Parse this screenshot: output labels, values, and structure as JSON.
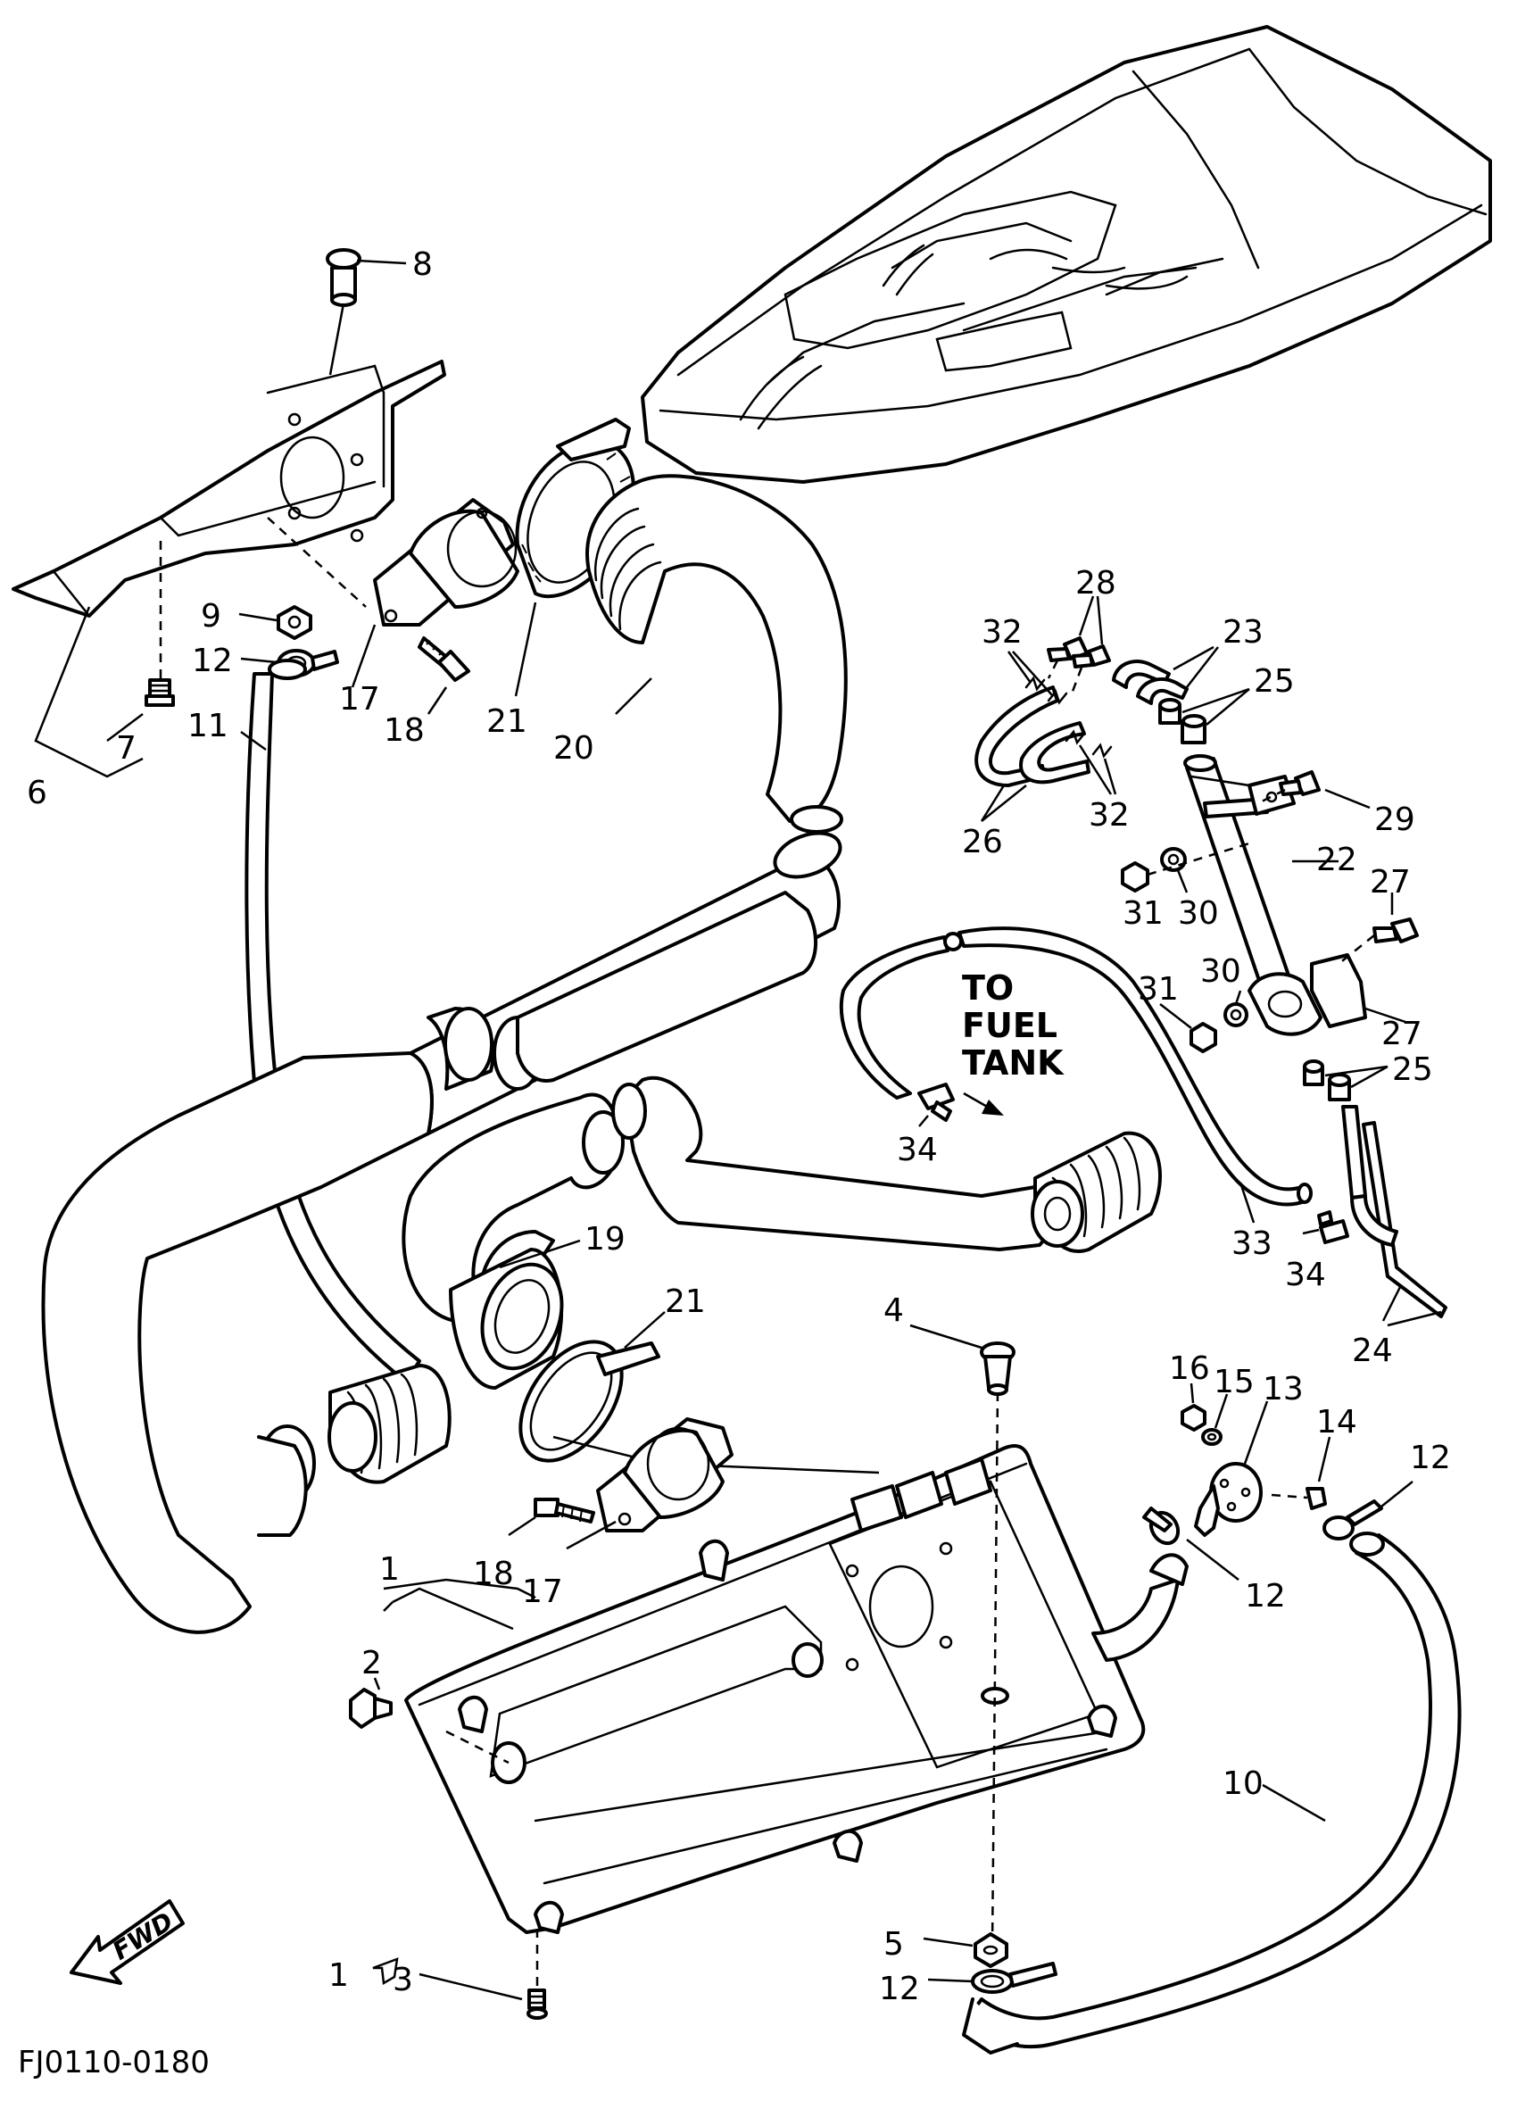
{
  "drawing_code": "FJ0110-0180",
  "fuel_tank_note": [
    "TO",
    "FUEL",
    "TANK"
  ],
  "direction_badge": "FWD",
  "callouts": [
    {
      "id": "c8",
      "label": "8"
    },
    {
      "id": "c9",
      "label": "9"
    },
    {
      "id": "c12a",
      "label": "12"
    },
    {
      "id": "c11",
      "label": "11"
    },
    {
      "id": "c7",
      "label": "7"
    },
    {
      "id": "c6",
      "label": "6"
    },
    {
      "id": "c17a",
      "label": "17"
    },
    {
      "id": "c18a",
      "label": "18"
    },
    {
      "id": "c21a",
      "label": "21"
    },
    {
      "id": "c20",
      "label": "20"
    },
    {
      "id": "c28",
      "label": "28"
    },
    {
      "id": "c32a",
      "label": "32"
    },
    {
      "id": "c23",
      "label": "23"
    },
    {
      "id": "c25a",
      "label": "25"
    },
    {
      "id": "c32b",
      "label": "32"
    },
    {
      "id": "c26",
      "label": "26"
    },
    {
      "id": "c29",
      "label": "29"
    },
    {
      "id": "c22",
      "label": "22"
    },
    {
      "id": "c27a",
      "label": "27"
    },
    {
      "id": "c31a",
      "label": "31"
    },
    {
      "id": "c30a",
      "label": "30"
    },
    {
      "id": "c31b",
      "label": "31"
    },
    {
      "id": "c30b",
      "label": "30"
    },
    {
      "id": "c27b",
      "label": "27"
    },
    {
      "id": "c25b",
      "label": "25"
    },
    {
      "id": "c34a",
      "label": "34"
    },
    {
      "id": "c33",
      "label": "33"
    },
    {
      "id": "c34b",
      "label": "34"
    },
    {
      "id": "c24",
      "label": "24"
    },
    {
      "id": "c19",
      "label": "19"
    },
    {
      "id": "c21b",
      "label": "21"
    },
    {
      "id": "c4",
      "label": "4"
    },
    {
      "id": "c16",
      "label": "16"
    },
    {
      "id": "c15",
      "label": "15"
    },
    {
      "id": "c13",
      "label": "13"
    },
    {
      "id": "c14",
      "label": "14"
    },
    {
      "id": "c12b",
      "label": "12"
    },
    {
      "id": "c12c",
      "label": "12"
    },
    {
      "id": "c18b",
      "label": "18"
    },
    {
      "id": "c17b",
      "label": "17"
    },
    {
      "id": "c1a",
      "label": "1"
    },
    {
      "id": "c2",
      "label": "2"
    },
    {
      "id": "c10",
      "label": "10"
    },
    {
      "id": "c5",
      "label": "5"
    },
    {
      "id": "c12d",
      "label": "12"
    },
    {
      "id": "c1b",
      "label": "1"
    },
    {
      "id": "c3",
      "label": "3"
    }
  ]
}
